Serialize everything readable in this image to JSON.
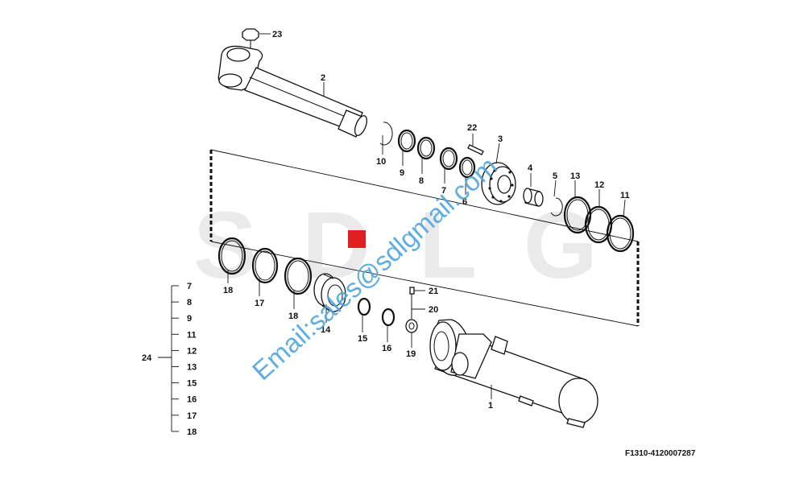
{
  "watermark": {
    "brand": "SDLG",
    "brand_letters": [
      "S",
      "D",
      "L",
      "G"
    ],
    "brand_accent_color": "#e02020",
    "brand_gray_color": "#d9d9d9",
    "email": "Email:sales@sdlgmail.com",
    "email_color": "#4fa6dc"
  },
  "figure_code": "F1310-4120007287",
  "callouts": {
    "c1": "1",
    "c2": "2",
    "c3": "3",
    "c4": "4",
    "c5": "5",
    "c6": "6",
    "c7": "7",
    "c8": "8",
    "c9": "9",
    "c10": "10",
    "c11": "11",
    "c12": "12",
    "c13": "13",
    "c14": "14",
    "c15": "15",
    "c16": "16",
    "c17": "17",
    "c18a": "18",
    "c18b": "18",
    "c19": "19",
    "c20": "20",
    "c21": "21",
    "c22": "22",
    "c23": "23"
  },
  "kit": {
    "label": "24",
    "items": [
      "7",
      "8",
      "9",
      "11",
      "12",
      "13",
      "15",
      "16",
      "17",
      "18"
    ]
  }
}
